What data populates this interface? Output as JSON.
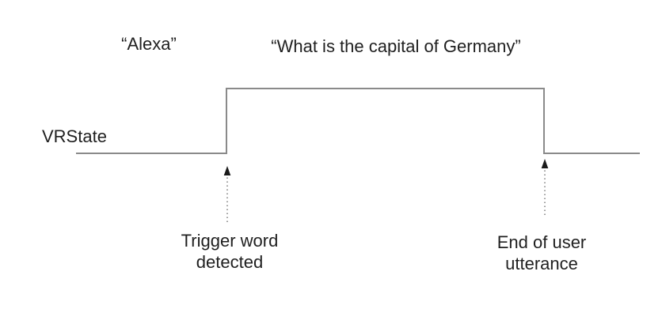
{
  "diagram": {
    "signal_label": "VRState",
    "phrases": {
      "trigger": "“Alexa”",
      "utterance": "“What is the capital of Germany”"
    },
    "annotations": {
      "rising": {
        "line1": "Trigger word",
        "line2": "detected"
      },
      "falling": {
        "line1": "End of user",
        "line2": "utterance"
      }
    },
    "colors": {
      "signal_line": "#8a8a8a",
      "arrow_line": "#666666",
      "arrow_head": "#1a1a1a",
      "text": "#1f1f1f"
    }
  }
}
